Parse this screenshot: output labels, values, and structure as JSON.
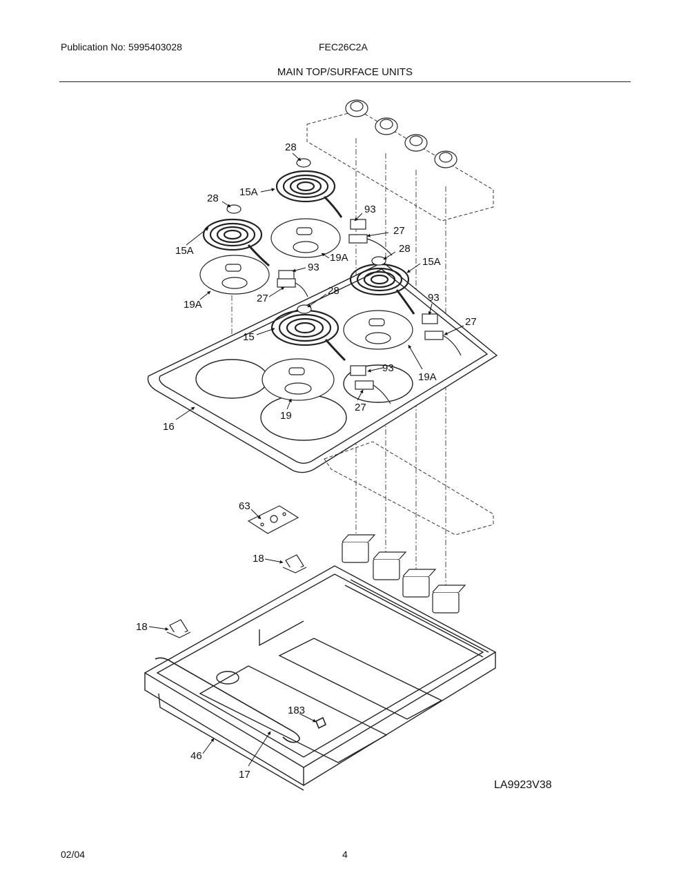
{
  "header": {
    "publication": "Publication No: 5995403028",
    "model": "FEC26C2A",
    "section_title": "MAIN TOP/SURFACE UNITS"
  },
  "diagram": {
    "code": "LA9923V38",
    "callouts": {
      "c28a": "28",
      "c15a_top": "15A",
      "c28b": "28",
      "c93a": "93",
      "c27a": "27",
      "c15a_left": "15A",
      "c19a_top": "19A",
      "c93b": "93",
      "c28c": "28",
      "c15a_right": "15A",
      "c19a_left": "19A",
      "c27b": "27",
      "c28d": "28",
      "c93c": "93",
      "c27c": "27",
      "c15": "15",
      "c93d": "93",
      "c19a_right": "19A",
      "c19": "19",
      "c27d": "27",
      "c16": "16",
      "c63": "63",
      "c18a": "18",
      "c18b": "18",
      "c183": "183",
      "c46": "46",
      "c17": "17"
    }
  },
  "footer": {
    "date": "02/04",
    "page": "4"
  }
}
